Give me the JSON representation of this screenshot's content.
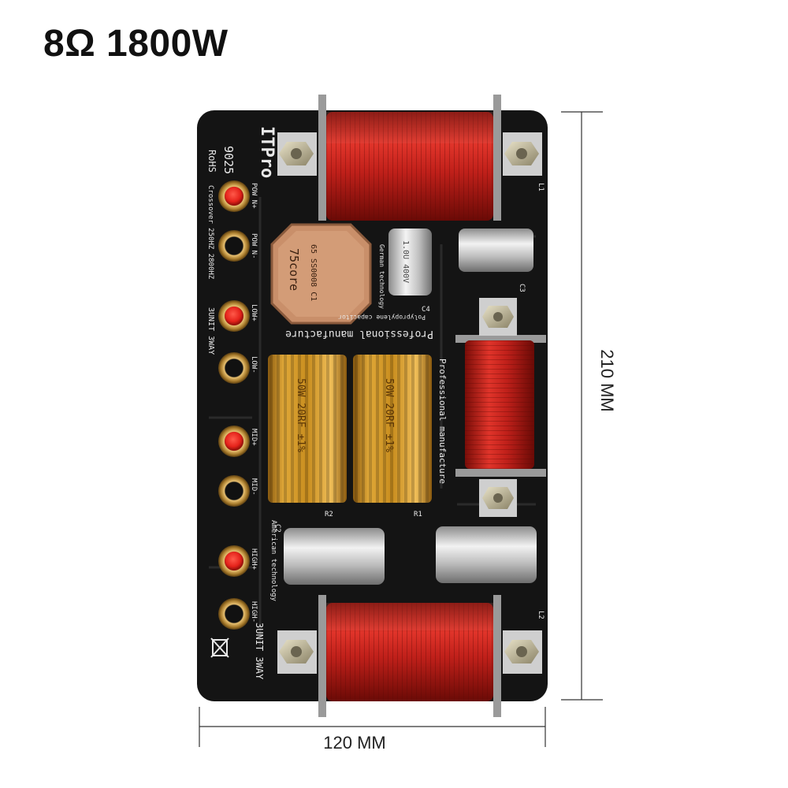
{
  "title": "8Ω 1800W",
  "dimensions": {
    "width": "120 MM",
    "height": "210 MM"
  },
  "board": {
    "brand": "ITPro",
    "model": "9025",
    "rohs": "RoHS",
    "terminal_labels": [
      "POW N+",
      "POW N-",
      "LOW+",
      "LOW-",
      "MID+",
      "MID-",
      "HIGH+",
      "HIGH-"
    ],
    "side_text": [
      "Crossover 250HZ 2800HZ",
      "3UNIT 3WAY",
      "American technology"
    ],
    "bottom_text": "3UNIT 3WAY",
    "capacitor_big_label": "75core",
    "capacitor_big_sub": "65 SS0008 C1",
    "resistor_label": "50W 20RF ±1%",
    "resistor_label_2": "50W 20RF ±1%",
    "silk_labels": [
      "Professional manufacture",
      "Professional manufacture",
      "Polypropylene capacitor",
      "German technology"
    ],
    "cap_small": "1.0U 400V",
    "ref_labels": {
      "c4": "C4",
      "r1": "R1",
      "r2": "R2",
      "l1": "L1",
      "l2": "L2",
      "c3": "C3",
      "c2": "C2"
    }
  },
  "colors": {
    "pcb": "#121212",
    "coil": "#c0201a",
    "gold": "#c8901c",
    "terminal_red": "#e5231b",
    "brass": "#b58a3a"
  }
}
